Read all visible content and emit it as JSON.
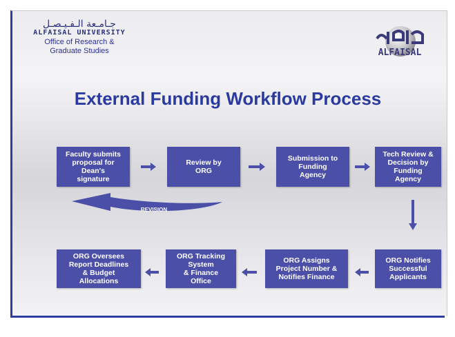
{
  "logo_left": {
    "arabic": "جـامـعة الـفـيـصـل",
    "latin": "ALFAISAL UNIVERSITY",
    "office": "Office of Research &\nGraduate Studies"
  },
  "title": "External Funding Workflow Process",
  "steps": [
    {
      "text": "Faculty submits\nproposal for\nDean's\nsignature"
    },
    {
      "text": "Review by\nORG"
    },
    {
      "text": "Submission to\nFunding\nAgency"
    },
    {
      "text": "Tech Review &\nDecision by\nFunding\nAgency"
    },
    {
      "text": "ORG Notifies\nSuccessful\nApplicants"
    },
    {
      "text": "ORG Assigns\nProject Number &\nNotifies Finance"
    },
    {
      "text": "ORG Tracking\nSystem\n& Finance\nOffice"
    },
    {
      "text": "ORG Oversees\nReport Deadlines\n& Budget\nAllocations"
    }
  ],
  "revision_label": "REVISION",
  "colors": {
    "box": "#4b4fa8",
    "title": "#2b3a9e",
    "arrow": "#4b4fa8"
  }
}
